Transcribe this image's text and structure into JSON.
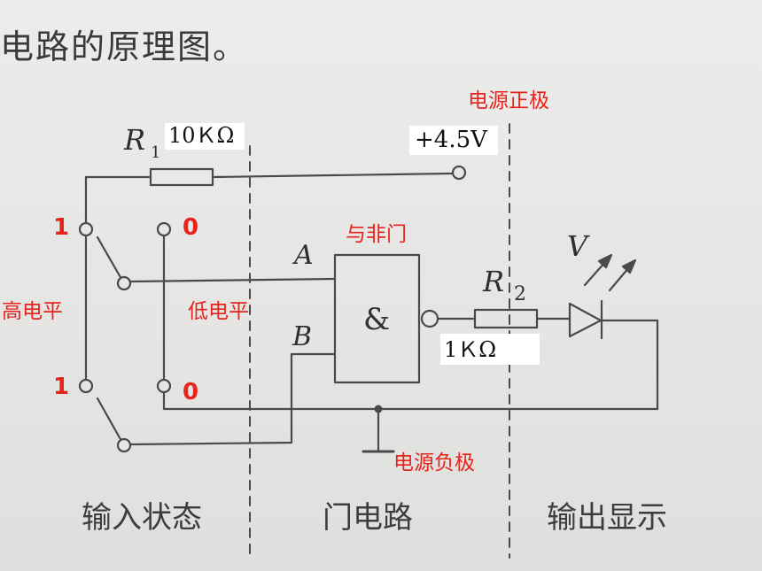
{
  "title_text": "电路的原理图。",
  "power_positive_label": "电源正极",
  "power_negative_label": "电源负极",
  "gate_name_label": "与非门",
  "high_level_label": "高电平",
  "low_level_label": "低电平",
  "switch_high_top": "1",
  "switch_high_bottom": "1",
  "switch_low_top": "0",
  "switch_low_bottom": "0",
  "r1_symbol": "R",
  "r1_sub": "1",
  "r1_value": "10ＫΩ",
  "r2_symbol": "R",
  "r2_sub": "2",
  "r2_value": "1ＫΩ",
  "voltage_value": "+4.5V",
  "input_a": "A",
  "input_b": "B",
  "gate_symbol": "&",
  "led_symbol": "V",
  "section_input": "输入状态",
  "section_gate": "门电路",
  "section_output": "输出显示",
  "colors": {
    "red_label": "#e8231c",
    "line": "#4a4a4a",
    "background": "#e6e7e5"
  }
}
